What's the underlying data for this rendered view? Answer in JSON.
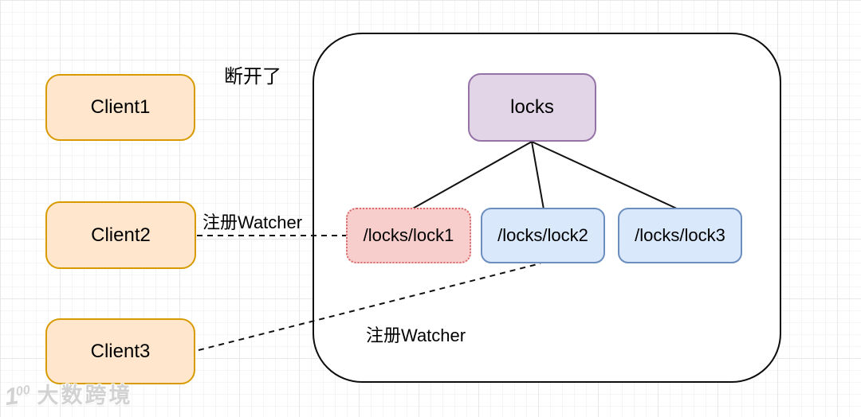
{
  "clients": [
    {
      "label": "Client1"
    },
    {
      "label": "Client2"
    },
    {
      "label": "Client3"
    }
  ],
  "zookeeper_container": {
    "root_node": {
      "label": "locks"
    },
    "lock_nodes": [
      {
        "label": "/locks/lock1",
        "state": "deleted-dotted"
      },
      {
        "label": "/locks/lock2",
        "state": "normal"
      },
      {
        "label": "/locks/lock3",
        "state": "normal"
      }
    ]
  },
  "annotations": {
    "disconnected": "断开了",
    "watcher_client2": "注册Watcher",
    "watcher_client3": "注册Watcher"
  },
  "edges": [
    {
      "from": "locks",
      "to": "/locks/lock1",
      "style": "solid"
    },
    {
      "from": "locks",
      "to": "/locks/lock2",
      "style": "solid"
    },
    {
      "from": "locks",
      "to": "/locks/lock3",
      "style": "solid"
    },
    {
      "from": "Client2",
      "to": "/locks/lock1",
      "style": "dashed",
      "label": "注册Watcher"
    },
    {
      "from": "Client3",
      "to": "/locks/lock2",
      "style": "dashed",
      "label": "注册Watcher"
    }
  ],
  "watermark": {
    "logo_one": "1",
    "logo_zeros": "00",
    "text": "大数跨境"
  },
  "colors": {
    "client_fill": "#ffe6cc",
    "client_border": "#d79b00",
    "root_fill": "#e1d5e7",
    "root_border": "#9673a6",
    "deleted_lock_fill": "#f8cecc",
    "deleted_lock_border": "#d66c6c",
    "lock_fill": "#dae8fc",
    "lock_border": "#6c8ebf",
    "container_border": "#0d0d0d",
    "edge": "#111111"
  }
}
